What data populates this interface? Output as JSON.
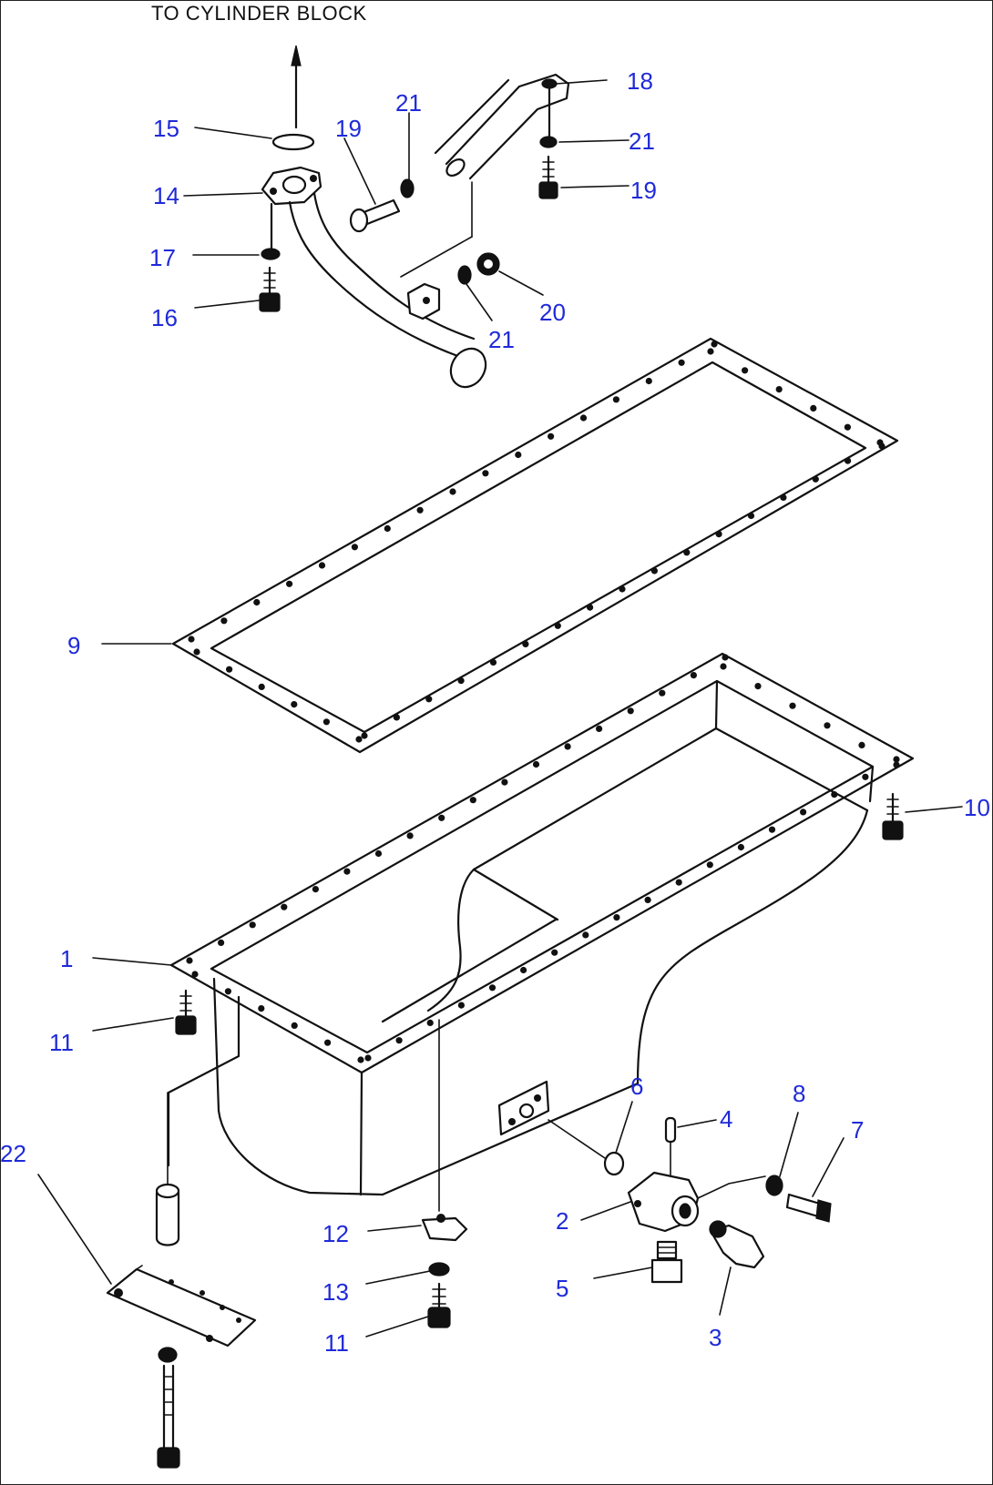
{
  "diagram": {
    "top_label": "TO CYLINDER BLOCK",
    "callouts": {
      "c1": "1",
      "c2": "2",
      "c3": "3",
      "c4": "4",
      "c5": "5",
      "c6": "6",
      "c7": "7",
      "c8": "8",
      "c9": "9",
      "c10": "10",
      "c11a": "11",
      "c11b": "11",
      "c12": "12",
      "c13": "13",
      "c14": "14",
      "c15": "15",
      "c16": "16",
      "c17": "17",
      "c18": "18",
      "c19a": "19",
      "c19b": "19",
      "c20": "20",
      "c21a": "21",
      "c21b": "21",
      "c21c": "21",
      "c22": "22"
    },
    "colors": {
      "callout": "#1f2ad8",
      "line": "#111111",
      "background": "#ffffff"
    }
  }
}
